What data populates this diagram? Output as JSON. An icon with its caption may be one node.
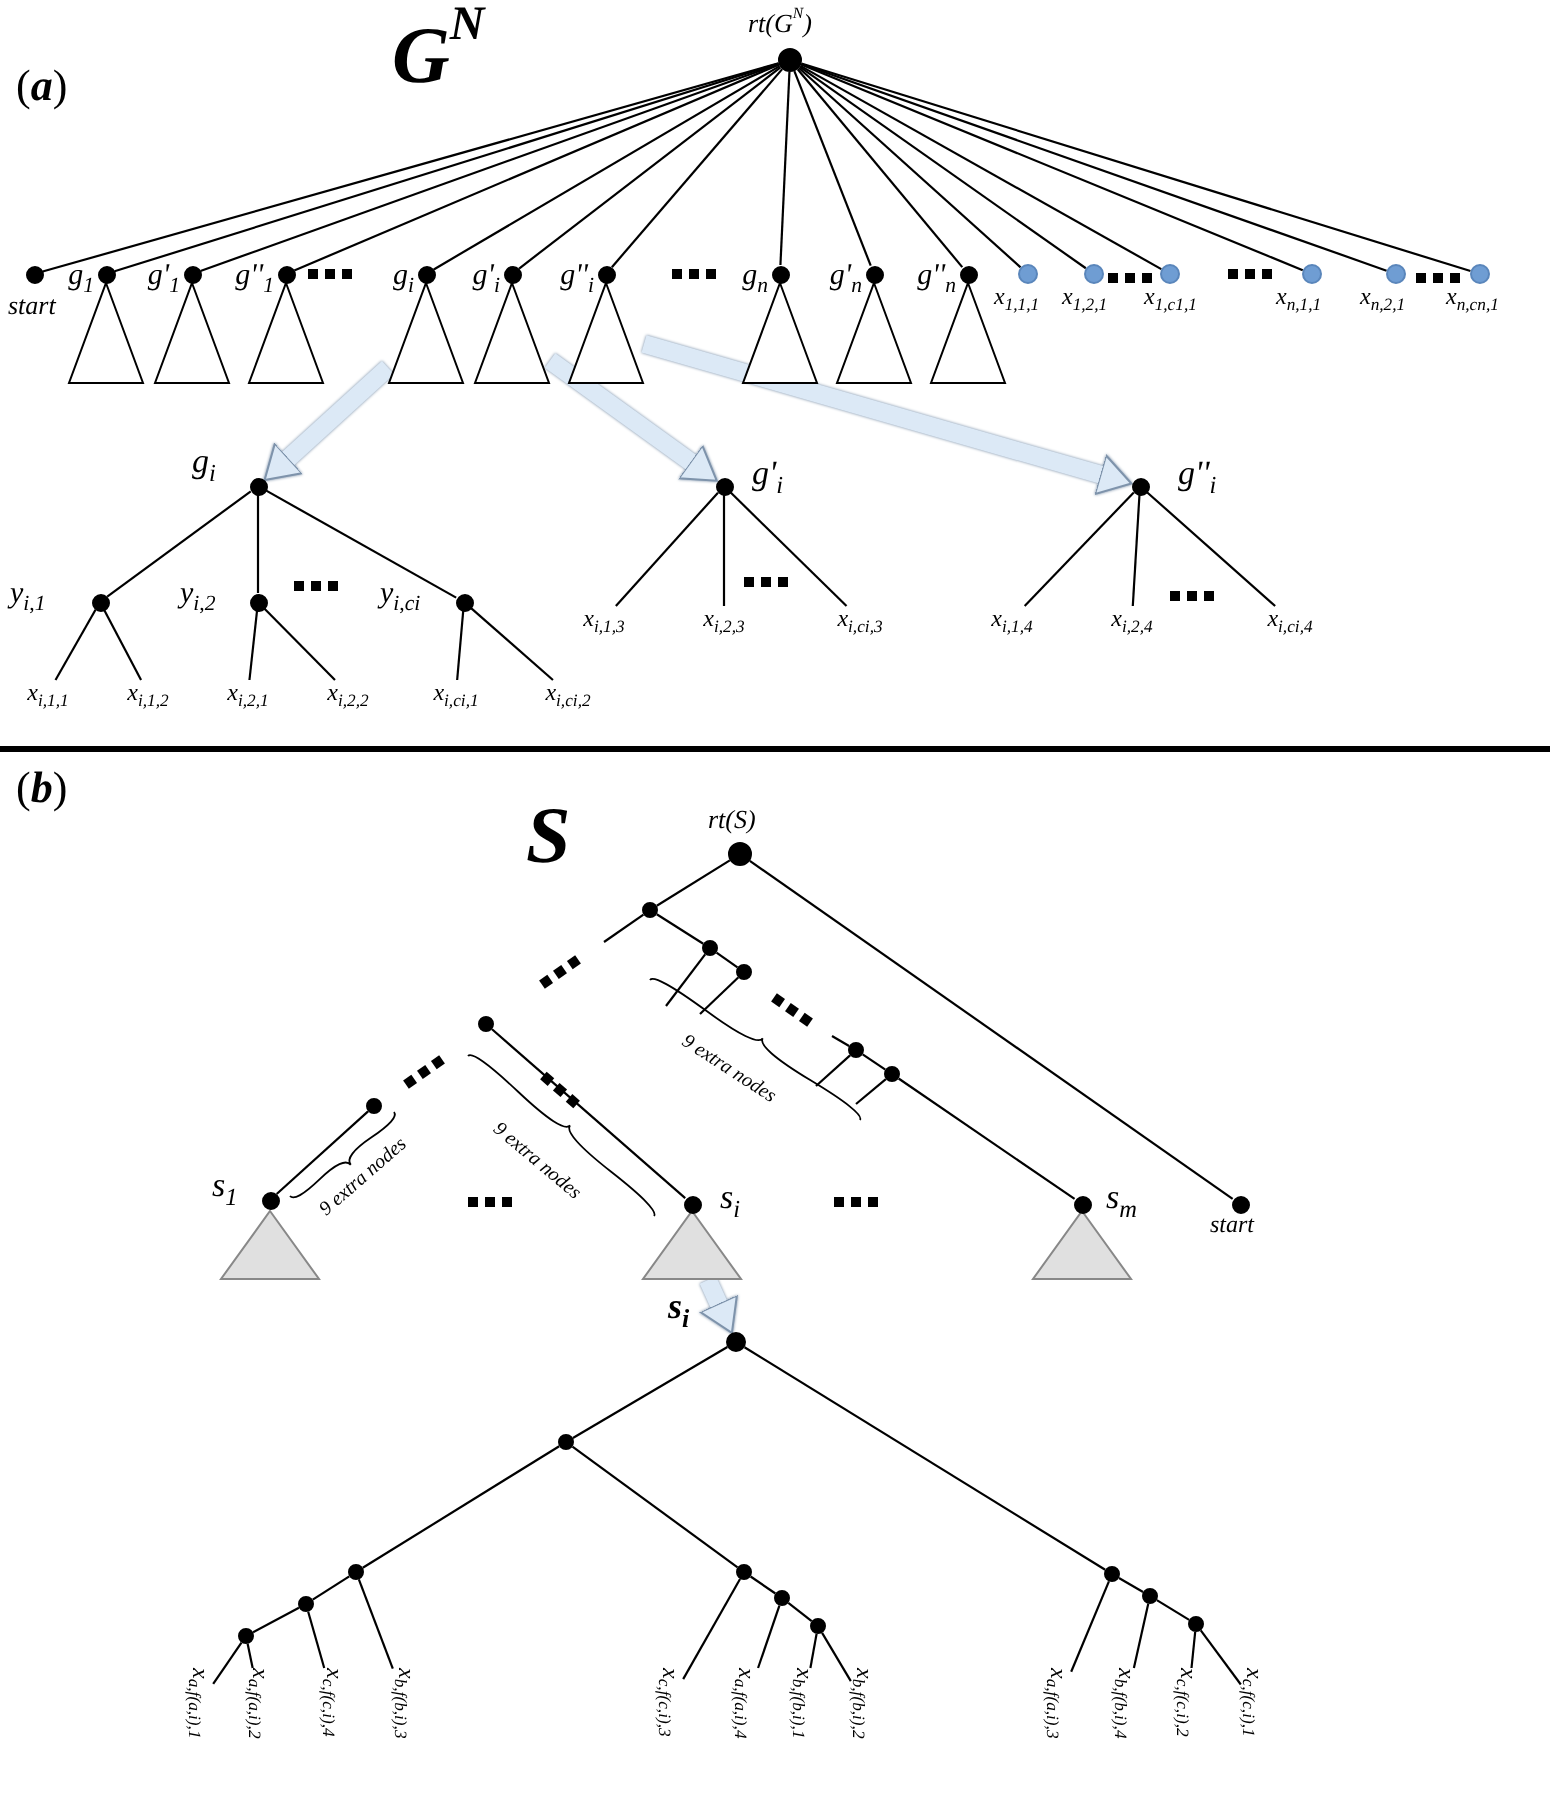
{
  "diagram": {
    "nodes": [
      {
        "text": [],
        "shape": "circle",
        "beside": [
          "rt(G$^{N}$)"
        ]
      },
      {
        "text": [],
        "shape": "circle",
        "beside": [
          "start"
        ]
      },
      {
        "text": [],
        "shape": "circle",
        "beside": [
          "g$_{1}$"
        ]
      },
      {
        "text": [],
        "shape": "circle",
        "beside": [
          "g'$_{1}$"
        ]
      },
      {
        "text": [],
        "shape": "circle",
        "beside": [
          "g''$_{1}$"
        ]
      },
      {
        "text": [],
        "shape": "circle",
        "beside": [
          "g$_{i}$"
        ]
      },
      {
        "text": [],
        "shape": "circle",
        "beside": [
          "g'$_{i}$"
        ]
      },
      {
        "text": [],
        "shape": "circle",
        "beside": [
          "g''$_{i}$"
        ]
      },
      {
        "text": [],
        "shape": "circle",
        "beside": [
          "g$_{n}$"
        ]
      },
      {
        "text": [],
        "shape": "circle",
        "beside": [
          "g'$_{n}$"
        ]
      },
      {
        "text": [],
        "shape": "circle",
        "beside": [
          "g''$_{n}$"
        ]
      },
      {
        "text": [],
        "shape": "circle",
        "beside": [
          "x$_{1,1,1}$"
        ]
      },
      {
        "text": [],
        "shape": "circle",
        "beside": [
          "x$_{1,2,1}$"
        ]
      },
      {
        "text": [],
        "shape": "circle",
        "beside": [
          "x$_{1,c}$$_{1}$$_{,1}$"
        ]
      },
      {
        "text": [],
        "shape": "circle",
        "beside": [
          "x$_{n,1,1}$"
        ]
      },
      {
        "text": [],
        "shape": "circle",
        "beside": [
          "x$_{n,2,1}$"
        ]
      },
      {
        "text": [],
        "shape": "circle",
        "beside": [
          "x$_{n,c}$$_{n}$$_{,1}$"
        ]
      },
      {
        "text": [],
        "shape": "triangle"
      },
      {
        "text": [],
        "shape": "triangle"
      },
      {
        "text": [],
        "shape": "triangle"
      },
      {
        "text": [],
        "shape": "triangle"
      },
      {
        "text": [],
        "shape": "triangle"
      },
      {
        "text": [],
        "shape": "triangle"
      },
      {
        "text": [],
        "shape": "triangle"
      },
      {
        "text": [],
        "shape": "triangle"
      },
      {
        "text": [],
        "shape": "triangle"
      },
      {
        "text": [],
        "shape": "circle",
        "beside": [
          "g$_{i}$"
        ]
      },
      {
        "text": [],
        "shape": "circle",
        "beside": [
          "y$_{i,1}$"
        ]
      },
      {
        "text": [],
        "shape": "circle",
        "beside": [
          "y$_{i,2}$"
        ]
      },
      {
        "text": [],
        "shape": "circle",
        "beside": [
          "y$_{i,c}$$_{i}$"
        ]
      },
      {
        "text": [],
        "shape": "circle",
        "beside": [
          "g'$_{i}$"
        ]
      },
      {
        "text": [],
        "shape": "circle",
        "beside": [
          "g''$_{i}$"
        ]
      },
      {
        "text": [
          "x$_{i,1,3}$"
        ]
      },
      {
        "text": [
          "x$_{i,2,3}$"
        ]
      },
      {
        "text": [
          "x$_{i,c}$$_{i}$$_{,3}$"
        ]
      },
      {
        "text": [
          "x$_{i,1,4}$"
        ]
      },
      {
        "text": [
          "x$_{i,2,4}$"
        ]
      },
      {
        "text": [
          "x$_{i,c}$$_{i}$$_{,4}$"
        ]
      },
      {
        "text": [
          "x$_{i,1,1}$"
        ]
      },
      {
        "text": [
          "x$_{i,1,2}$"
        ]
      },
      {
        "text": [
          "x$_{i,2,1}$"
        ]
      },
      {
        "text": [
          "x$_{i,2,2}$"
        ]
      },
      {
        "text": [
          "x$_{i,c}$$_{i}$$_{,1}$"
        ]
      },
      {
        "text": [
          "x$_{i,c}$$_{i}$$_{,2}$"
        ]
      },
      {
        "text": [],
        "shape": "circle",
        "beside": [
          "rt(S)"
        ]
      },
      {
        "text": [],
        "shape": "circle"
      },
      {
        "text": [],
        "shape": "circle"
      },
      {
        "text": [],
        "shape": "circle"
      },
      {
        "text": [],
        "shape": "circle"
      },
      {
        "text": [],
        "shape": "circle"
      },
      {
        "text": [],
        "shape": "circle"
      },
      {
        "text": [],
        "shape": "circle"
      },
      {
        "text": [],
        "shape": "circle",
        "beside": [
          "s$_{1}$"
        ]
      },
      {
        "text": [],
        "shape": "circle",
        "beside": [
          "s$_{i}$"
        ]
      },
      {
        "text": [],
        "shape": "circle",
        "beside": [
          "s$_{m}$"
        ]
      },
      {
        "text": [],
        "shape": "circle",
        "beside": [
          "start"
        ]
      },
      {
        "text": [],
        "shape": "triangle"
      },
      {
        "text": [],
        "shape": "triangle"
      },
      {
        "text": [],
        "shape": "triangle"
      },
      {
        "text": [],
        "shape": "circle",
        "beside": [
          "s$_{i}$"
        ]
      },
      {
        "text": [],
        "shape": "circle"
      },
      {
        "text": [],
        "shape": "circle"
      },
      {
        "text": [],
        "shape": "circle"
      },
      {
        "text": [],
        "shape": "circle"
      },
      {
        "text": [],
        "shape": "circle"
      },
      {
        "text": [],
        "shape": "circle"
      },
      {
        "text": [],
        "shape": "circle"
      },
      {
        "text": [],
        "shape": "circle"
      },
      {
        "text": [],
        "shape": "circle"
      },
      {
        "text": [],
        "shape": "circle"
      },
      {
        "text": [
          "x$_{a,f(a,i),1}$"
        ]
      },
      {
        "text": [
          "x$_{a,f(a,i),2}$"
        ]
      },
      {
        "text": [
          "x$_{c,f(c,i),4}$"
        ]
      },
      {
        "text": [
          "x$_{b,f(b,i),3}$"
        ]
      },
      {
        "text": [
          "x$_{c,f(c,i),3}$"
        ]
      },
      {
        "text": [
          "x$_{a,f(a,i),4}$"
        ]
      },
      {
        "text": [
          "x$_{b,f(b,i),1}$"
        ]
      },
      {
        "text": [
          "x$_{b,f(b,i),2}$"
        ]
      },
      {
        "text": [
          "x$_{a,f(a,i),3}$"
        ]
      },
      {
        "text": [
          "x$_{b,f(b,i),4}$"
        ]
      },
      {
        "text": [
          "x$_{c,f(c,i),2}$"
        ]
      },
      {
        "text": [
          "x$_{c,f(c,i),1}$"
        ]
      }
    ],
    "edges": [
      {
        "from": 0,
        "to": 1,
        "arrow": "none"
      },
      {
        "from": 0,
        "to": 2,
        "arrow": "none"
      },
      {
        "from": 0,
        "to": 3,
        "arrow": "none"
      },
      {
        "from": 0,
        "to": 4,
        "arrow": "none"
      },
      {
        "from": 0,
        "to": 5,
        "arrow": "none"
      },
      {
        "from": 0,
        "to": 6,
        "arrow": "none"
      },
      {
        "from": 0,
        "to": 7,
        "arrow": "none"
      },
      {
        "from": 0,
        "to": 8,
        "arrow": "none"
      },
      {
        "from": 0,
        "to": 9,
        "arrow": "none"
      },
      {
        "from": 0,
        "to": 10,
        "arrow": "none"
      },
      {
        "from": 0,
        "to": 11,
        "arrow": "none"
      },
      {
        "from": 0,
        "to": 12,
        "arrow": "none"
      },
      {
        "from": 0,
        "to": 13,
        "arrow": "none"
      },
      {
        "from": 0,
        "to": 14,
        "arrow": "none"
      },
      {
        "from": 0,
        "to": 15,
        "arrow": "none"
      },
      {
        "from": 0,
        "to": 16,
        "arrow": "none"
      },
      {
        "from": 20,
        "to": 26,
        "arrow": "to",
        "style": "thick",
        "color": "#dce9f6"
      },
      {
        "from": 21,
        "to": 30,
        "arrow": "to",
        "style": "thick",
        "color": "#dce9f6"
      },
      {
        "from": 22,
        "to": 31,
        "arrow": "to",
        "style": "thick",
        "color": "#dce9f6"
      },
      {
        "from": 26,
        "to": 27,
        "arrow": "none"
      },
      {
        "from": 26,
        "to": 28,
        "arrow": "none"
      },
      {
        "from": 26,
        "to": 29,
        "arrow": "none"
      },
      {
        "from": 27,
        "to": 38,
        "arrow": "none"
      },
      {
        "from": 27,
        "to": 39,
        "arrow": "none"
      },
      {
        "from": 28,
        "to": 40,
        "arrow": "none"
      },
      {
        "from": 28,
        "to": 41,
        "arrow": "none"
      },
      {
        "from": 29,
        "to": 42,
        "arrow": "none"
      },
      {
        "from": 29,
        "to": 43,
        "arrow": "none"
      },
      {
        "from": 30,
        "to": 32,
        "arrow": "none"
      },
      {
        "from": 30,
        "to": 33,
        "arrow": "none"
      },
      {
        "from": 30,
        "to": 34,
        "arrow": "none"
      },
      {
        "from": 31,
        "to": 35,
        "arrow": "none"
      },
      {
        "from": 31,
        "to": 36,
        "arrow": "none"
      },
      {
        "from": 31,
        "to": 37,
        "arrow": "none"
      },
      {
        "from": 44,
        "to": 45,
        "arrow": "none"
      },
      {
        "from": 44,
        "to": 55,
        "arrow": "none"
      },
      {
        "from": 45,
        "to": null,
        "arrow": "none"
      },
      {
        "from": 45,
        "to": 46,
        "arrow": "none"
      },
      {
        "from": 46,
        "to": 47,
        "arrow": "none"
      },
      {
        "from": 46,
        "to": null,
        "arrow": "none"
      },
      {
        "from": 47,
        "to": null,
        "arrow": "none"
      },
      {
        "from": null,
        "to": 49,
        "arrow": "none"
      },
      {
        "from": 49,
        "to": 50,
        "arrow": "none"
      },
      {
        "from": 49,
        "to": null,
        "arrow": "none"
      },
      {
        "from": 50,
        "to": null,
        "arrow": "none"
      },
      {
        "from": 50,
        "to": 54,
        "arrow": "none"
      },
      {
        "from": 48,
        "to": 53,
        "arrow": "none"
      },
      {
        "from": 51,
        "to": 52,
        "arrow": "none"
      },
      {
        "from": 57,
        "to": 59,
        "arrow": "to",
        "style": "thick",
        "color": "#dce9f6"
      },
      {
        "from": 59,
        "to": 60,
        "arrow": "none"
      },
      {
        "from": 59,
        "to": 67,
        "arrow": "none"
      },
      {
        "from": 60,
        "to": 61,
        "arrow": "none"
      },
      {
        "from": 60,
        "to": 64,
        "arrow": "none"
      },
      {
        "from": 61,
        "to": 62,
        "arrow": "none"
      },
      {
        "from": 62,
        "to": 63,
        "arrow": "none"
      },
      {
        "from": 63,
        "to": 70,
        "arrow": "none"
      },
      {
        "from": 63,
        "to": 71,
        "arrow": "none"
      },
      {
        "from": 62,
        "to": 72,
        "arrow": "none"
      },
      {
        "from": 61,
        "to": 73,
        "arrow": "none"
      },
      {
        "from": 64,
        "to": 74,
        "arrow": "none"
      },
      {
        "from": 64,
        "to": 65,
        "arrow": "none"
      },
      {
        "from": 65,
        "to": 75,
        "arrow": "none"
      },
      {
        "from": 65,
        "to": 66,
        "arrow": "none"
      },
      {
        "from": 66,
        "to": 76,
        "arrow": "none"
      },
      {
        "from": 66,
        "to": 77,
        "arrow": "none"
      },
      {
        "from": 67,
        "to": 78,
        "arrow": "none"
      },
      {
        "from": 67,
        "to": 68,
        "arrow": "none"
      },
      {
        "from": 68,
        "to": 79,
        "arrow": "none"
      },
      {
        "from": 68,
        "to": 69,
        "arrow": "none"
      },
      {
        "from": 69,
        "to": 80,
        "arrow": "none"
      },
      {
        "from": 69,
        "to": 81,
        "arrow": "none"
      }
    ],
    "labels": [
      "(**a**)",
      "G$^{N}$",
      "(**b**)",
      "S",
      "9 extra nodes",
      "9 extra nodes",
      "9 extra nodes"
    ]
  }
}
